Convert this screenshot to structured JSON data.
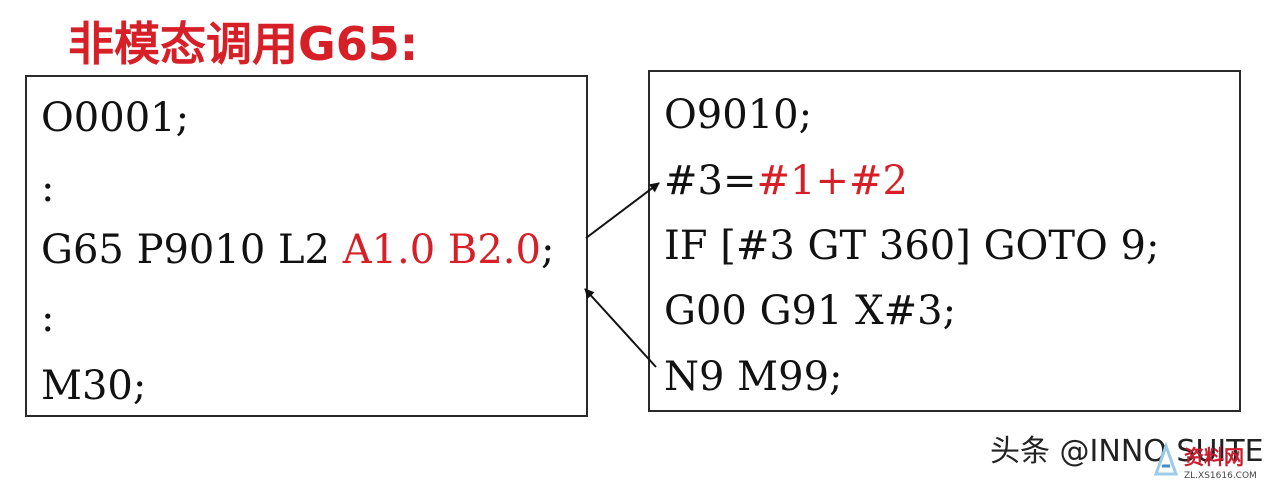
{
  "title": "非模态调用G65:",
  "main_program": {
    "lines": [
      {
        "text": "O0001;",
        "highlight": ""
      },
      {
        "text": ":",
        "highlight": ""
      },
      {
        "text": "G65 P9010 L2 ",
        "highlight": "A1.0 B2.0",
        "suffix": ";"
      },
      {
        "text": ":",
        "highlight": ""
      },
      {
        "text": "M30;",
        "highlight": ""
      }
    ]
  },
  "macro_program": {
    "lines": [
      {
        "text": "O9010;",
        "highlight": ""
      },
      {
        "text": "#3=",
        "highlight": "#1+#2"
      },
      {
        "text": "IF [#3 GT 360] GOTO 9;",
        "highlight": ""
      },
      {
        "text": "G00 G91 X#3;",
        "highlight": ""
      },
      {
        "text": "N9 M99;",
        "highlight": ""
      }
    ]
  },
  "watermark": {
    "text": "头条 @INNO SUITE",
    "logo_text": "资料网",
    "logo_subtext": "ZL.XS1616.COM"
  },
  "colors": {
    "highlight": "#d61f26",
    "text": "#111111",
    "border": "#2a2a2a"
  }
}
